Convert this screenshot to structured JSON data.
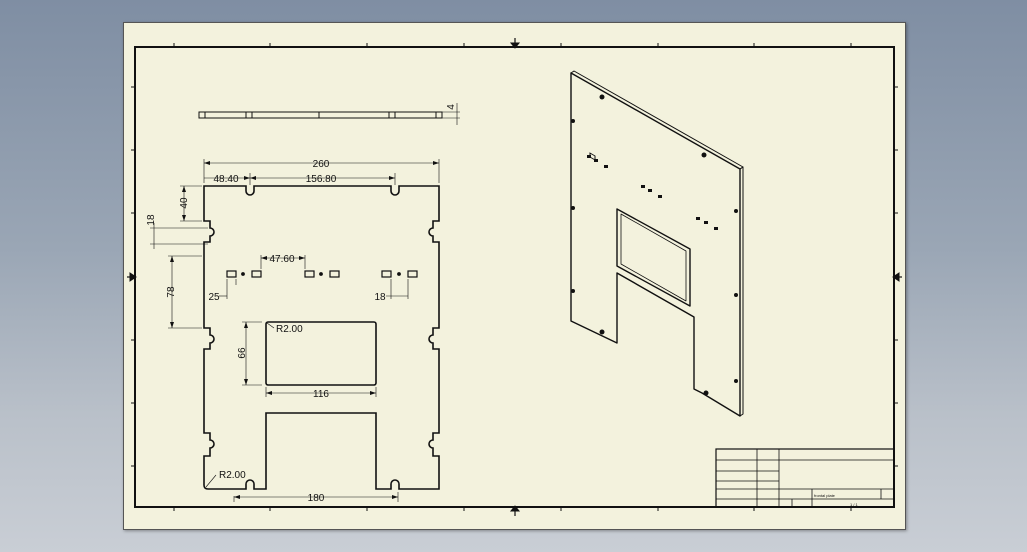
{
  "colors": {
    "sheet": "#f3f2dd",
    "line": "#111111",
    "backdrop": "#8d9aac"
  },
  "dimensions": {
    "overall_width": "260",
    "left_offset": "48.40",
    "slot_spacing": "156.80",
    "top_height": "40",
    "tab_height": "18",
    "slot_pair_spacing": "47.60",
    "side_length": "78",
    "slot_width": "25",
    "slot_offset": "18",
    "window_radius": "R2.00",
    "window_height": "66",
    "window_width": "116",
    "corner_radius": "R2.00",
    "bottom_width": "180",
    "thickness": "4"
  },
  "title_block": {
    "name": "frontal plate",
    "sheet": "1 / 1"
  }
}
